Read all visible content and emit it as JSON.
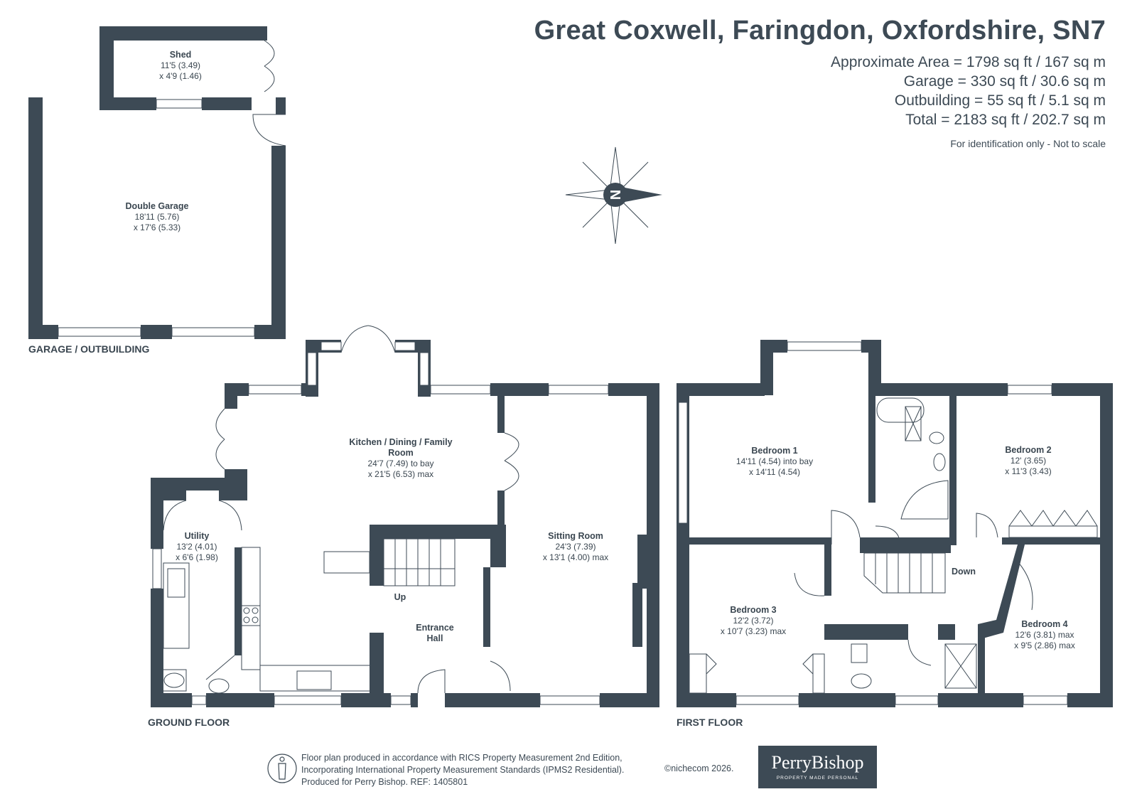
{
  "header": {
    "title": "Great Coxwell, Faringdon, Oxfordshire, SN7",
    "areas": [
      "Approximate Area = 1798 sq ft / 167 sq m",
      "Garage = 330 sq ft / 30.6 sq m",
      "Outbuilding = 55 sq ft / 5.1 sq m",
      "Total = 2183 sq ft / 202.7 sq m"
    ],
    "note": "For identification only - Not to scale"
  },
  "compass": {
    "letter": "N"
  },
  "floors": {
    "garage": "GARAGE / OUTBUILDING",
    "ground": "GROUND FLOOR",
    "first": "FIRST FLOOR"
  },
  "rooms": {
    "shed": {
      "name": "Shed",
      "d1": "11'5 (3.49)",
      "d2": "x 4'9 (1.46)"
    },
    "garage": {
      "name": "Double Garage",
      "d1": "18'11 (5.76)",
      "d2": "x 17'6 (5.33)"
    },
    "kitchen": {
      "name1": "Kitchen / Dining / Family",
      "name2": "Room",
      "d1": "24'7 (7.49) to bay",
      "d2": "x 21'5 (6.53) max"
    },
    "utility": {
      "name": "Utility",
      "d1": "13'2 (4.01)",
      "d2": "x 6'6 (1.98)"
    },
    "sitting": {
      "name": "Sitting Room",
      "d1": "24'3 (7.39)",
      "d2": "x 13'1 (4.00) max"
    },
    "hall": {
      "name1": "Entrance",
      "name2": "Hall"
    },
    "bed1": {
      "name": "Bedroom 1",
      "d1": "14'11 (4.54) into bay",
      "d2": "x 14'11 (4.54)"
    },
    "bed2": {
      "name": "Bedroom 2",
      "d1": "12' (3.65)",
      "d2": "x 11'3 (3.43)"
    },
    "bed3": {
      "name": "Bedroom 3",
      "d1": "12'2 (3.72)",
      "d2": "x 10'7 (3.23) max"
    },
    "bed4": {
      "name": "Bedroom 4",
      "d1": "12'6 (3.81) max",
      "d2": "x 9'5 (2.86) max"
    }
  },
  "stairs": {
    "up": "Up",
    "down": "Down"
  },
  "footer": {
    "line1": "Floor plan produced in accordance with RICS Property Measurement 2nd Edition,",
    "line2": "Incorporating International Property Measurement Standards (IPMS2 Residential).",
    "line3": "Produced for Perry Bishop.   REF: 1405801",
    "copyright": "©nichecom 2026.",
    "logo_name": "PerryBishop",
    "logo_tag": "PROPERTY MADE PERSONAL"
  },
  "colors": {
    "wall": "#3d4a55",
    "background": "#ffffff"
  }
}
